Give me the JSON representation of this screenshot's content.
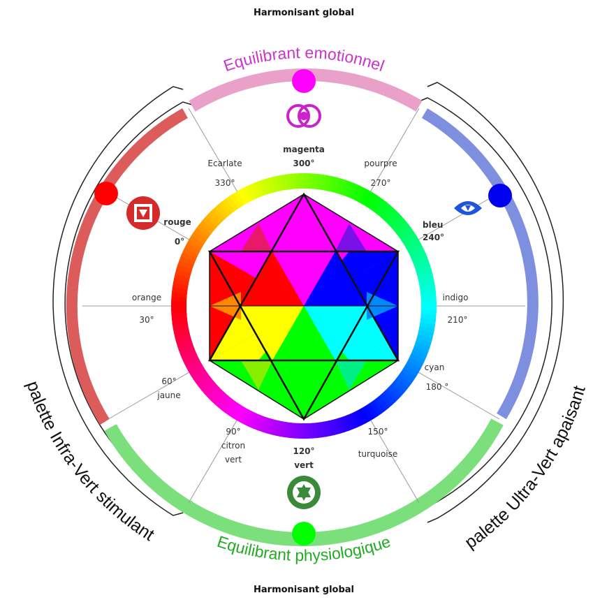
{
  "titles": {
    "top": "Harmonisant global",
    "bottom": "Harmonisant global",
    "emotional": "Equilibrant emotionnel",
    "physiological": "Equilibrant physiologique",
    "palette_left": "palette Infra-Vert stimulant",
    "palette_right": "palette Ultra-Vert  apaisant"
  },
  "colors": {
    "emotional_arc": "#e9a0c9",
    "physio_arc": "#7be07b",
    "red_arc": "#dc5c5c",
    "blue_arc": "#7f8fe0",
    "magenta": "#ff00ff",
    "red": "#ff0000",
    "blue": "#0000ff",
    "green": "#00ff00",
    "emotional_title": "#cc33cc",
    "physio_title": "#22aa22"
  },
  "hues": {
    "magenta": {
      "name": "magenta",
      "degree": "300°"
    },
    "ecarlate": {
      "name": "Ecarlate",
      "degree": "330°"
    },
    "pourpre": {
      "name": "pourpre",
      "degree": "270°"
    },
    "rouge": {
      "name": "rouge",
      "degree": "0°"
    },
    "bleu": {
      "name": "bleu",
      "degree": "240°"
    },
    "orange": {
      "name": "orange",
      "degree": "30°"
    },
    "indigo": {
      "name": "indigo",
      "degree": "210°"
    },
    "jaune": {
      "name": "jaune",
      "degree": "60°"
    },
    "cyan": {
      "name": "cyan",
      "degree": "180 °"
    },
    "citron": {
      "name1": "citron",
      "name2": "vert",
      "degree": "90°"
    },
    "turquoise": {
      "name": "turquoise",
      "degree": "150°"
    },
    "vert": {
      "name": "vert",
      "degree": "120°"
    }
  },
  "chakra_icons": [
    "crown-chakra-icon",
    "root-chakra-icon",
    "third-eye-chakra-icon",
    "heart-chakra-icon"
  ]
}
